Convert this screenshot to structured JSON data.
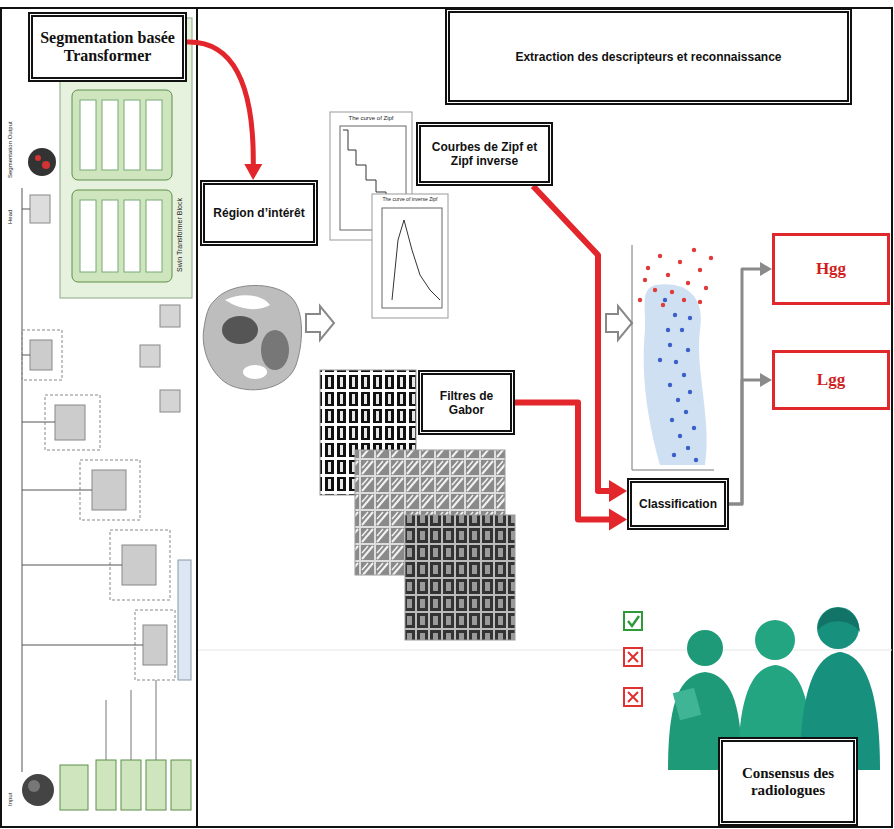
{
  "diagram": {
    "nodes": [
      {
        "text": [
          "Segmentation basée Transformer"
        ]
      },
      {
        "text": [
          "Extraction des descripteurs et reconnaissance"
        ]
      },
      {
        "text": [
          "Région d’intérêt"
        ]
      },
      {
        "text": [
          "Courbes de Zipf et Zipf inverse"
        ]
      },
      {
        "text": [
          "Filtres de Gabor"
        ]
      },
      {
        "text": [
          "Classification"
        ]
      },
      {
        "text": [
          "Hgg"
        ]
      },
      {
        "text": [
          "Lgg"
        ]
      },
      {
        "text": [
          "Consensus des radiologues"
        ]
      }
    ],
    "edges": [
      {
        "from": 0,
        "to": 2,
        "arrow": "to"
      },
      {
        "from": 3,
        "to": 5,
        "arrow": "to"
      },
      {
        "from": 4,
        "to": 5,
        "arrow": "to"
      },
      {
        "from": 5,
        "to": 6,
        "arrow": "to"
      },
      {
        "from": 5,
        "to": 7,
        "arrow": "to"
      }
    ],
    "labels": [
      "Swin Transformer Block",
      "Segmentation Output",
      "Head",
      "Input",
      "The curve of Zipf",
      "The curve of inverse Zipf"
    ]
  }
}
